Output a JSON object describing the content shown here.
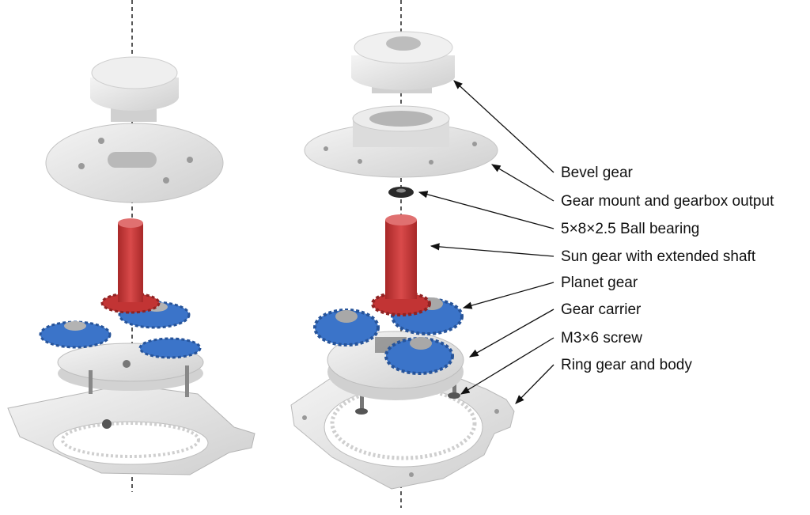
{
  "labels": {
    "bevel_gear": "Bevel gear",
    "gear_mount": "Gear mount and gearbox output",
    "ball_bearing": "5×8×2.5 Ball bearing",
    "sun_gear": "Sun gear with extended shaft",
    "planet_gear": "Planet gear",
    "gear_carrier": "Gear carrier",
    "screw": "M3×6 screw",
    "ring_gear": "Ring gear and body"
  },
  "colors": {
    "part_white": "#e6e6e6",
    "part_shade": "#c9c9c9",
    "sun_gear": "#cf3b3b",
    "planet_gear": "#3b74c9",
    "metal": "#9a9a9a",
    "axis": "#222222"
  }
}
